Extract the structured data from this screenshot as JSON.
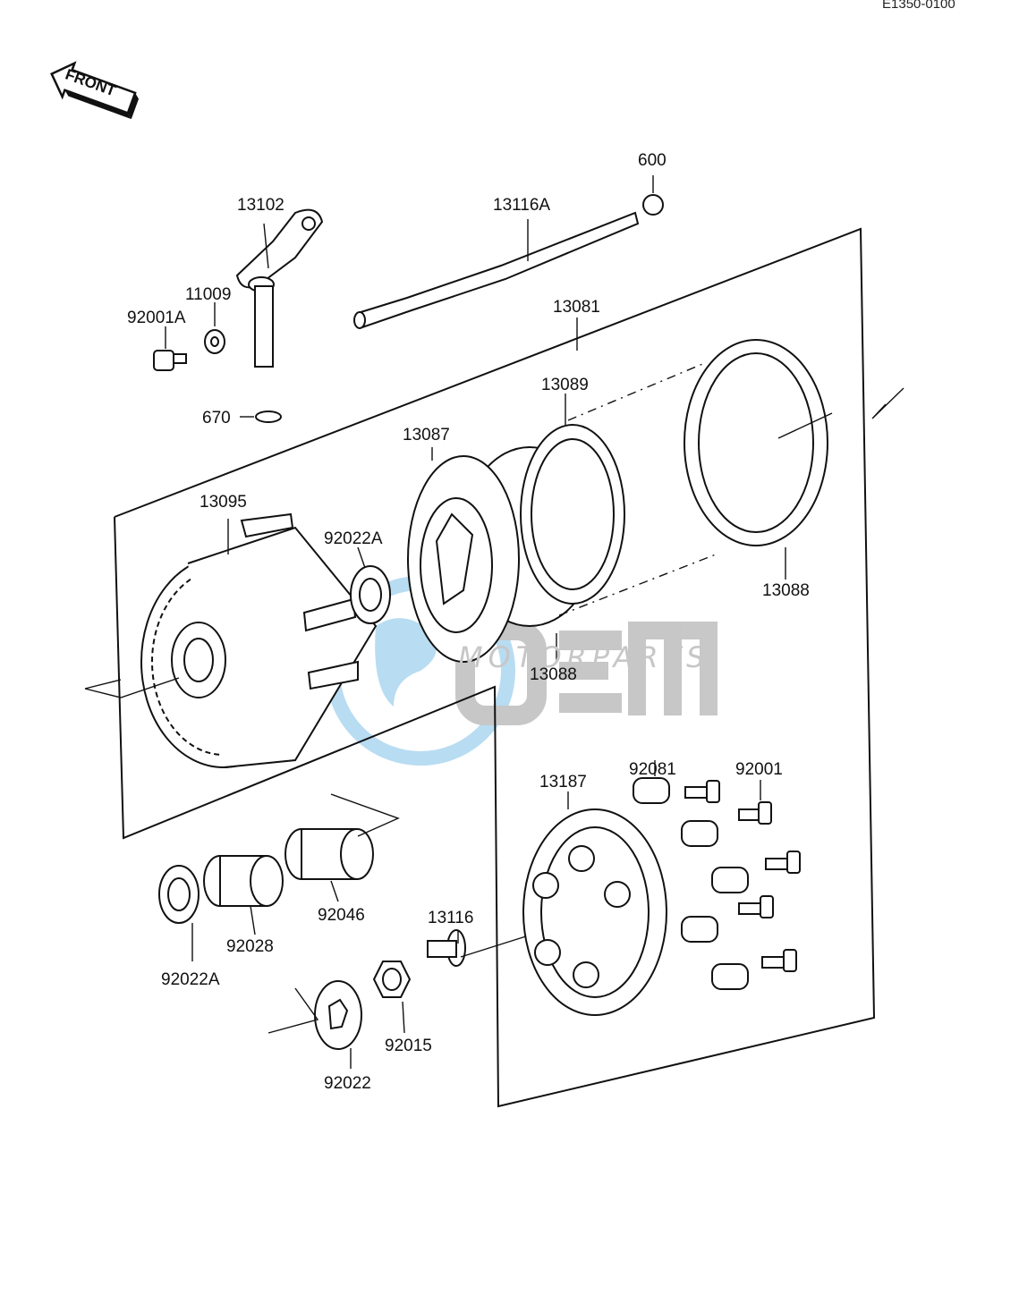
{
  "diagram_code": "E1350-0100",
  "front_label": "FRONT",
  "watermark": {
    "brand_text": "MOTORPARTS",
    "logo_glyph": "OEM",
    "color": "#7fc0e8"
  },
  "parts": {
    "p600": "600",
    "p13116A": "13116A",
    "p13102": "13102",
    "p11009": "11009",
    "p92001A": "92001A",
    "p13081": "13081",
    "p670": "670",
    "p13089": "13089",
    "p13087": "13087",
    "p13095": "13095",
    "p92022A_top": "92022A",
    "p13088_right": "13088",
    "p13088_bottom": "13088",
    "p92081": "92081",
    "p92001": "92001",
    "p13187": "13187",
    "p92046": "92046",
    "p13116": "13116",
    "p92028": "92028",
    "p92022A_bottom": "92022A",
    "p92015": "92015",
    "p92022": "92022"
  }
}
